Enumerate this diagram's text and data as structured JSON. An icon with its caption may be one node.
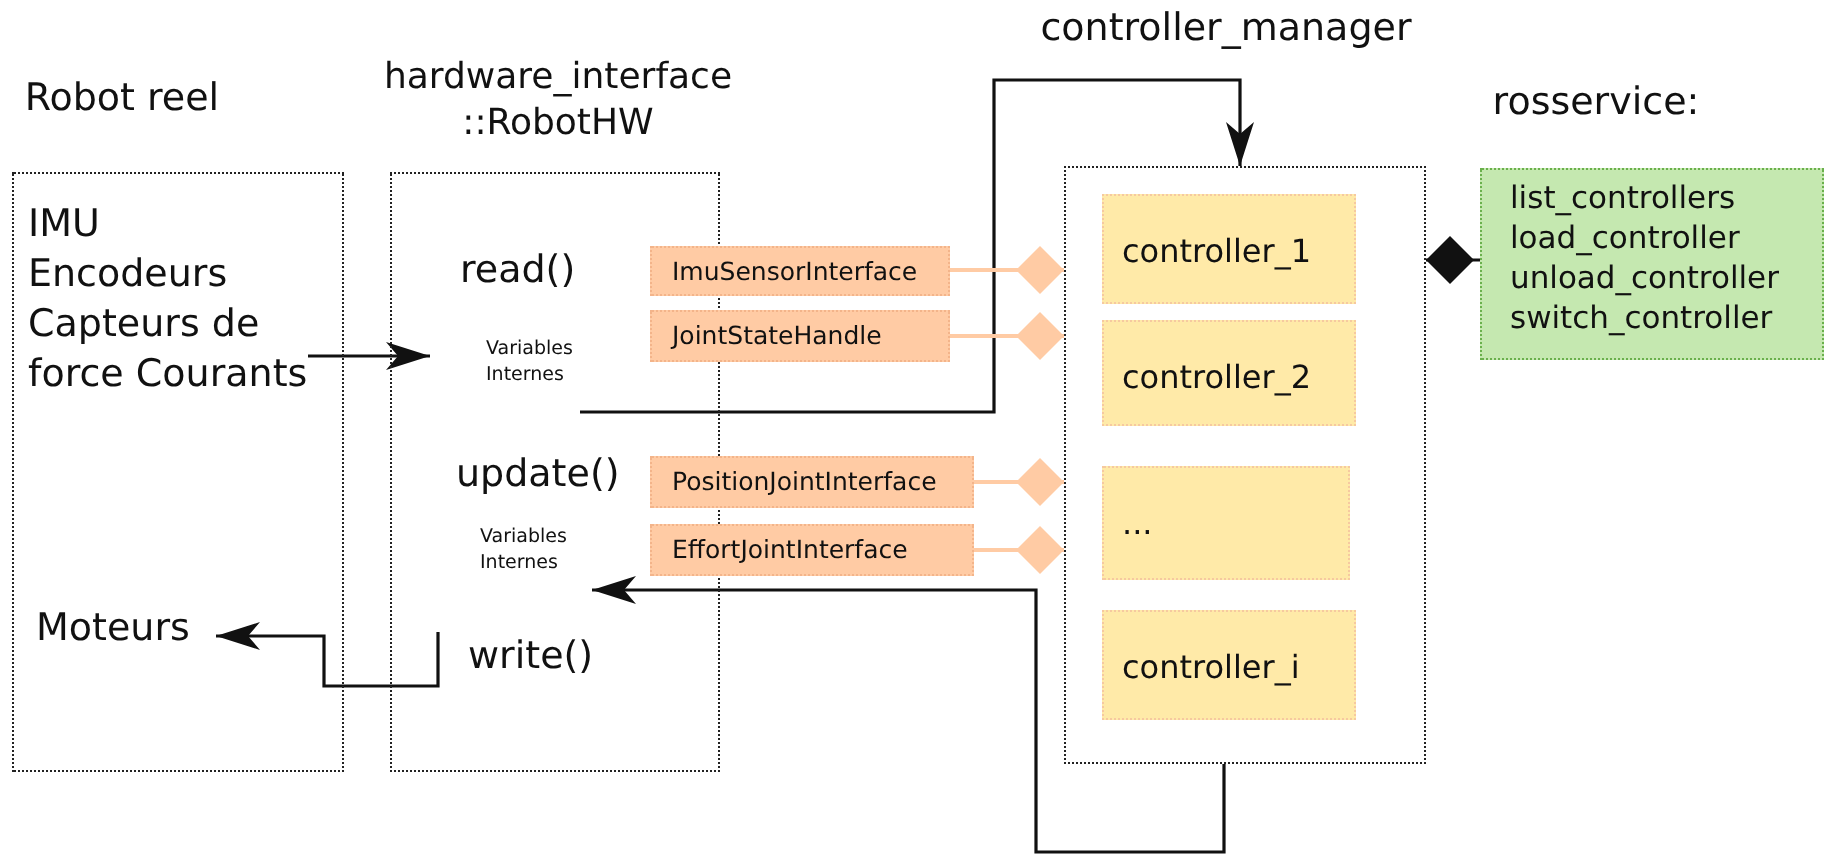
{
  "diagram": {
    "nodes": [
      {
        "text": [
          "Robot reel"
        ]
      },
      {
        "text": [
          "IMU Encodeurs Capteurs de force Courants"
        ],
        "in": 0
      },
      {
        "text": [
          "Moteurs"
        ],
        "in": 0
      },
      {
        "text": [
          "hardware_interface ::RobotHW"
        ]
      },
      {
        "text": [
          "read()",
          "Variables Internes"
        ],
        "in": 3
      },
      {
        "text": [
          "update()",
          "Variables Internes"
        ],
        "in": 3
      },
      {
        "text": [
          "write()"
        ],
        "in": 3
      },
      {
        "text": [
          "ImuSensorInterface"
        ]
      },
      {
        "text": [
          "JointStateHandle"
        ]
      },
      {
        "text": [
          "PositionJointInterface"
        ]
      },
      {
        "text": [
          "EffortJointInterface"
        ]
      },
      {
        "text": [
          "controller_manager"
        ]
      },
      {
        "text": [
          "controller_1"
        ],
        "in": 11
      },
      {
        "text": [
          "controller_2"
        ],
        "in": 11
      },
      {
        "text": [
          "..."
        ],
        "in": 11
      },
      {
        "text": [
          "controller_i"
        ],
        "in": 11
      },
      {
        "text": [
          "rosservice:",
          "list_controllers load_controller unload_controller switch_controller"
        ]
      }
    ],
    "edges": [
      {
        "from": 1,
        "to": 4,
        "arrow": "to"
      },
      {
        "from": 6,
        "to": 2,
        "arrow": "to"
      },
      {
        "from": 4,
        "to": 11,
        "arrow": "to"
      },
      {
        "from": 11,
        "to": 5,
        "arrow": "to"
      },
      {
        "from": 7,
        "to": 11,
        "arrow": "other",
        "color": "#ffcba4"
      },
      {
        "from": 8,
        "to": 11,
        "arrow": "other",
        "color": "#ffcba4"
      },
      {
        "from": 9,
        "to": 11,
        "arrow": "other",
        "color": "#ffcba4"
      },
      {
        "from": 10,
        "to": 11,
        "arrow": "other",
        "color": "#ffcba4"
      },
      {
        "from": 16,
        "to": 11,
        "arrow": "other"
      }
    ]
  }
}
